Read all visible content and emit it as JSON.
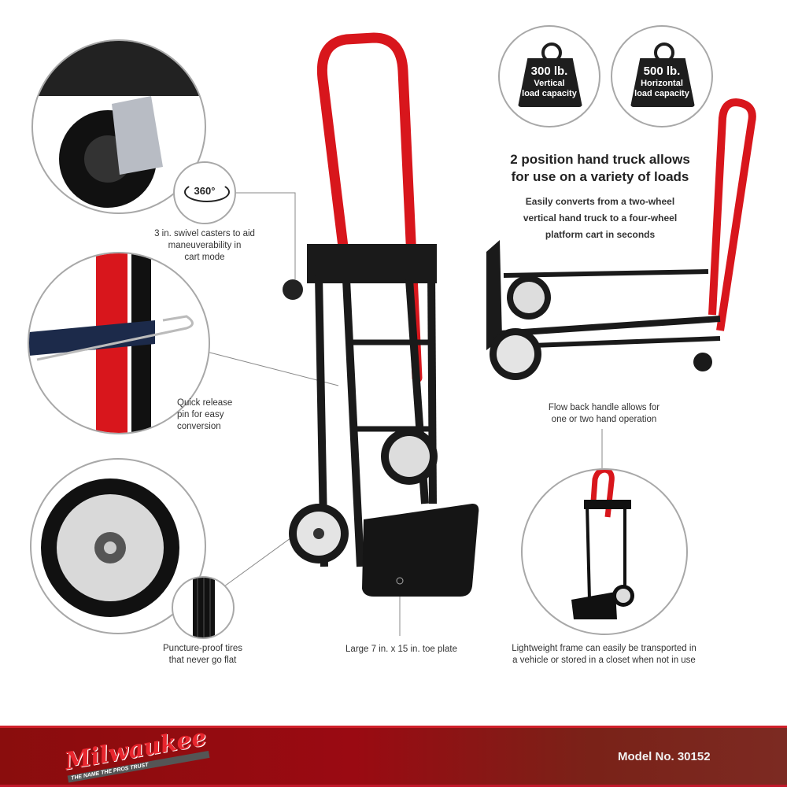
{
  "badges": [
    {
      "weight": "300 lb.",
      "line1": "Vertical",
      "line2": "load capacity"
    },
    {
      "weight": "500 lb.",
      "line1": "Horizontal",
      "line2": "load capacity"
    }
  ],
  "headline": {
    "line1": "2 position hand truck allows",
    "line2": "for use on a variety of loads"
  },
  "subhead": {
    "line1": "Easily converts from a two-wheel",
    "line2": "vertical hand truck to a four-wheel",
    "line3": "platform cart in seconds"
  },
  "rotation_icon_label": "360°",
  "callouts": {
    "casters": [
      "3 in. swivel casters to aid",
      "maneuverability in",
      "cart mode"
    ],
    "pin": [
      "Quick release",
      "pin for easy",
      "conversion"
    ],
    "tires": [
      "Puncture-proof tires",
      "that never go flat"
    ],
    "toe_plate": [
      "Large 7 in. x 15 in. toe plate"
    ],
    "handle": [
      "Flow back handle allows for",
      "one or two hand operation"
    ],
    "frame": [
      "Lightweight frame can easily be transported in",
      "a vehicle or stored in a closet when not in use"
    ]
  },
  "footer": {
    "brand": "Milwaukee",
    "tagline": "THE NAME THE PROS TRUST",
    "model": "Model No. 30152"
  },
  "colors": {
    "handle_red": "#d8161c",
    "frame_black": "#1a1a1a",
    "footer_red": "#9a0a12",
    "wheel_gray": "#d9d9d9"
  }
}
